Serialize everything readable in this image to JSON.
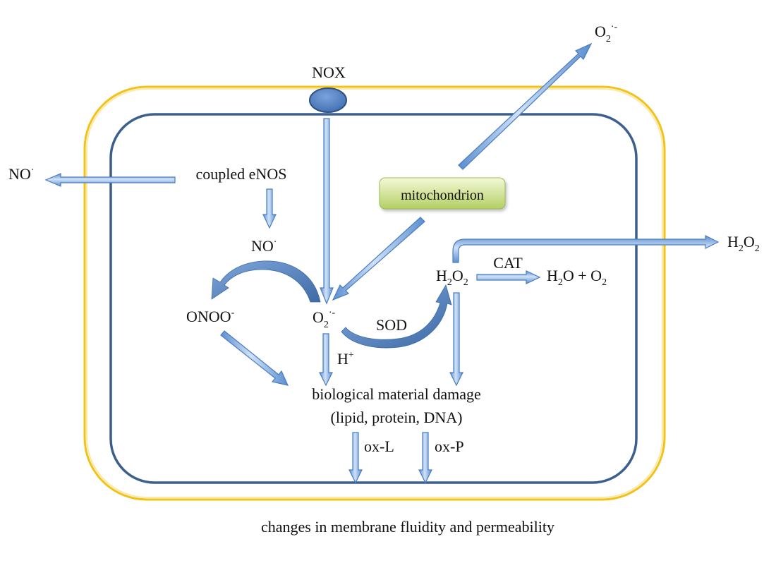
{
  "diagram": {
    "caption": "changes in membrane fluidity and permeability",
    "enzyme_nox": "NOX",
    "organelle_mitochondrion": "mitochondrion",
    "source_enos": "coupled eNOS",
    "species": {
      "no_outside": {
        "base": "NO",
        "sup": "·"
      },
      "no_inside": {
        "base": "NO",
        "sup": "·"
      },
      "onoo": {
        "base": "ONOO",
        "sup": "-"
      },
      "o2_center": {
        "base": "O",
        "sub": "2",
        "sup": "·-"
      },
      "o2_outside": {
        "base": "O",
        "sub": "2",
        "sup": "·-"
      },
      "h2o2_inside": {
        "base1": "H",
        "sub1": "2",
        "base2": "O",
        "sub2": "2"
      },
      "h2o2_outside": {
        "base1": "H",
        "sub1": "2",
        "base2": "O",
        "sub2": "2"
      },
      "h_plus": {
        "base": "H",
        "sup": "+"
      },
      "water_oxygen": {
        "base1": "H",
        "sub1": "2",
        "base2": "O + O",
        "sub2": "2"
      }
    },
    "enzymes": {
      "sod": "SOD",
      "cat": "CAT"
    },
    "damage": {
      "line1": "biological material damage",
      "line2": "(lipid, protein, DNA)",
      "ox_l": "ox-L",
      "ox_p": "ox-P"
    },
    "colors": {
      "outer_membrane": "#f2c218",
      "inner_membrane": "#3c5f8e",
      "arrow_fill": "#8fb6e6",
      "arrow_stroke": "#4a7cc0",
      "curve_arrow": "#4f7fb8",
      "nox_fill": "#4d7ec4",
      "mito_fill_top": "#eef6c4",
      "mito_fill_bottom": "#b7d36a"
    }
  }
}
